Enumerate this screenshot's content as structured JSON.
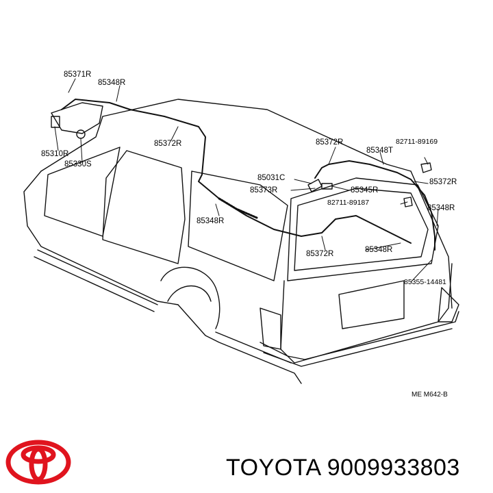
{
  "diagram": {
    "part_labels": [
      "85371R",
      "85348R",
      "85310R",
      "85330S",
      "85372R",
      "85372R",
      "85348T",
      "82711-89169",
      "85031C",
      "85373R",
      "85345R",
      "85372R",
      "82711-89187",
      "85348R",
      "85348R",
      "85372R",
      "85348R",
      "85355-14481"
    ],
    "drawing_code": "ME M642-B"
  },
  "footer": {
    "brand": "TOYOTA",
    "part_number": "9009933803",
    "logo_color": "#e0141e"
  },
  "icons": {
    "logo": "toyota-logo-icon"
  }
}
